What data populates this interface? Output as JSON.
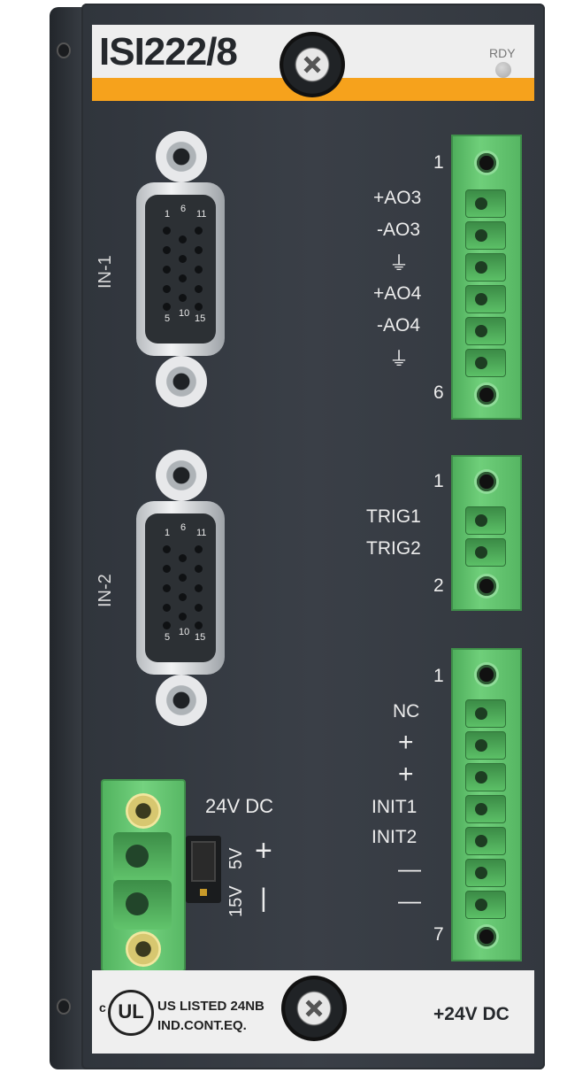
{
  "module": {
    "model": "ISI222/8",
    "led_label": "RDY"
  },
  "inputs": [
    {
      "name": "IN-1",
      "pin_labels": [
        "1",
        "6",
        "11",
        "5",
        "10",
        "15"
      ]
    },
    {
      "name": "IN-2",
      "pin_labels": [
        "1",
        "6",
        "11",
        "5",
        "10",
        "15"
      ]
    }
  ],
  "terminal_analog": {
    "first": "1",
    "last": "6",
    "labels": [
      "+AO3",
      "-AO3",
      "+AO4",
      "-AO4"
    ],
    "ground_symbol": "⏚"
  },
  "terminal_trigger": {
    "first": "1",
    "last": "2",
    "labels": [
      "TRIG1",
      "TRIG2"
    ]
  },
  "terminal_init": {
    "first": "1",
    "last": "7",
    "labels": [
      "NC",
      "+",
      "+",
      "INIT1",
      "INIT2",
      "—",
      "—"
    ]
  },
  "power": {
    "label": "24V DC",
    "jumper_5v": "5V",
    "jumper_15v": "15V",
    "plus": "+",
    "minus": "|"
  },
  "bottom_label": {
    "ul_c": "c",
    "ul_mark": "UL",
    "line1": "US LISTED 24NB",
    "line2": "IND.CONT.EQ.",
    "supply": "+24V DC"
  },
  "colors": {
    "housing": "#383d44",
    "label_stripe": "#f6a21c",
    "terminal_green": "#62c46d"
  }
}
